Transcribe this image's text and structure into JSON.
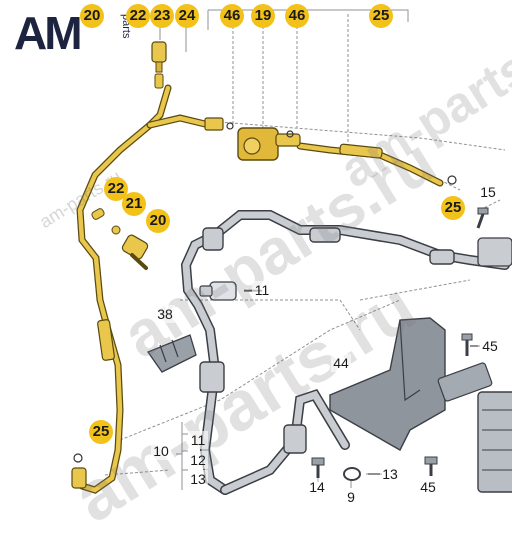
{
  "logo": {
    "mark": "AM",
    "sub": "parts"
  },
  "watermarks": [
    "am-parts.ru",
    "am-parts.ru",
    "am-parts.ru",
    "am-parts.ru"
  ],
  "callouts_highlighted": [
    {
      "id": "c20",
      "label": "20"
    },
    {
      "id": "c22a",
      "label": "22"
    },
    {
      "id": "c23",
      "label": "23"
    },
    {
      "id": "c24",
      "label": "24"
    },
    {
      "id": "c46a",
      "label": "46"
    },
    {
      "id": "c19",
      "label": "19"
    },
    {
      "id": "c46b",
      "label": "46"
    },
    {
      "id": "c25a",
      "label": "25"
    },
    {
      "id": "c22b",
      "label": "22"
    },
    {
      "id": "c21",
      "label": "21"
    },
    {
      "id": "c20b",
      "label": "20"
    },
    {
      "id": "c25b",
      "label": "25"
    },
    {
      "id": "c25c",
      "label": "25"
    }
  ],
  "labels_plain": [
    {
      "id": "l15",
      "label": "15"
    },
    {
      "id": "l11a",
      "label": "11"
    },
    {
      "id": "l38",
      "label": "38"
    },
    {
      "id": "l45a",
      "label": "45"
    },
    {
      "id": "l44",
      "label": "44"
    },
    {
      "id": "l10",
      "label": "10"
    },
    {
      "id": "l11b",
      "label": "11"
    },
    {
      "id": "l12",
      "label": "12"
    },
    {
      "id": "l13a",
      "label": "13"
    },
    {
      "id": "l14",
      "label": "14"
    },
    {
      "id": "l13b",
      "label": "13"
    },
    {
      "id": "l9",
      "label": "9"
    },
    {
      "id": "l45b",
      "label": "45"
    }
  ],
  "colors": {
    "highlight": "#f2c21b",
    "pipe_yellow": "#e9c64c",
    "pipe_outline": "#5a4a10",
    "grey_pipe": "#c9cdd2",
    "grey_outline": "#3b3f45",
    "bracket": "#9aa0a8",
    "text": "#1a1a1a"
  }
}
